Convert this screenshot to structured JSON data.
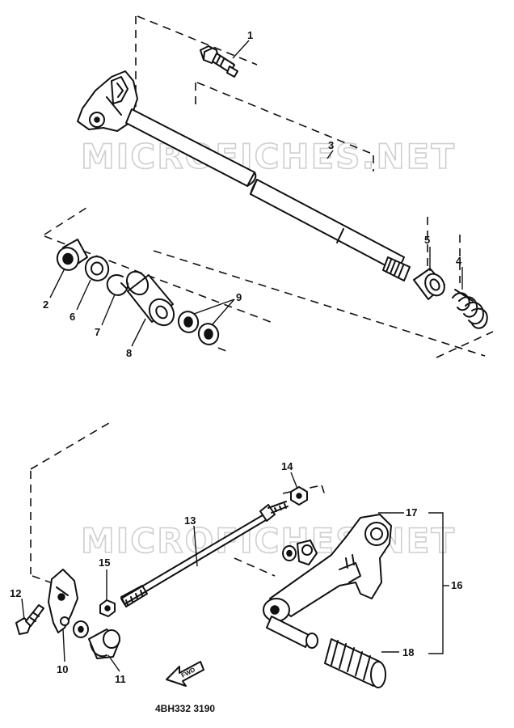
{
  "watermark": "MICROFICHES.NET",
  "drawing_code": "4BH332 3190",
  "direction_label": "FWD",
  "callouts": {
    "c1": "1",
    "c2": "2",
    "c3": "3",
    "c4": "4",
    "c5": "5",
    "c6": "6",
    "c7": "7",
    "c8": "8",
    "c9": "9",
    "c10": "10",
    "c11": "11",
    "c12": "12",
    "c13": "13",
    "c14": "14",
    "c15": "15",
    "c16": "16",
    "c17": "17",
    "c18": "18"
  }
}
